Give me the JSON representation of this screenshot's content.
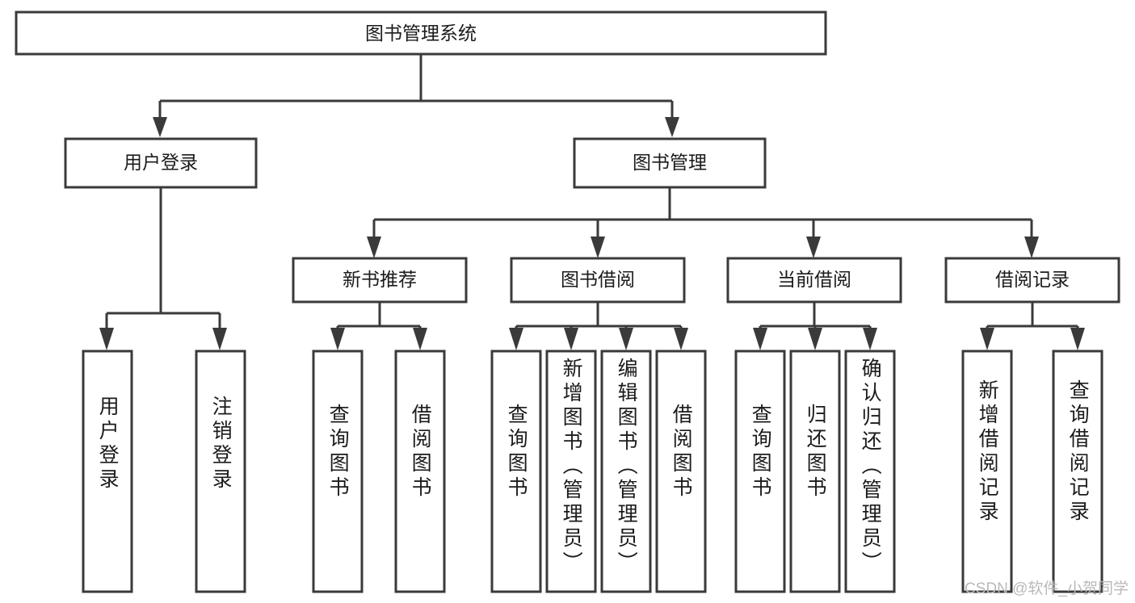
{
  "diagram": {
    "title": "图书管理系统",
    "type": "hierarchy-tree",
    "watermark": "CSDN @软件_小贺同学",
    "colors": {
      "background": "#ffffff",
      "box_stroke": "#3a3a3a",
      "box_fill": "#ffffff",
      "text": "#1b1b1b",
      "watermark": "#b9b9b9"
    },
    "levels": {
      "root": {
        "label": "图书管理系统"
      },
      "level2": [
        {
          "label": "用户登录"
        },
        {
          "label": "图书管理"
        }
      ],
      "level3": [
        {
          "label": "新书推荐"
        },
        {
          "label": "图书借阅"
        },
        {
          "label": "当前借阅"
        },
        {
          "label": "借阅记录"
        }
      ],
      "leaves": {
        "user_login": [
          {
            "label": "用户登录"
          },
          {
            "label": "注销登录"
          }
        ],
        "new_book_recommend": [
          {
            "label": "查询图书"
          },
          {
            "label": "借阅图书"
          }
        ],
        "book_borrow": [
          {
            "label": "查询图书"
          },
          {
            "label": "新增图书（管理员）"
          },
          {
            "label": "编辑图书（管理员）"
          },
          {
            "label": "借阅图书"
          }
        ],
        "current_borrow": [
          {
            "label": "查询图书"
          },
          {
            "label": "归还图书"
          },
          {
            "label": "确认归还（管理员）"
          }
        ],
        "borrow_record": [
          {
            "label": "新增借阅记录"
          },
          {
            "label": "查询借阅记录"
          }
        ]
      }
    }
  }
}
